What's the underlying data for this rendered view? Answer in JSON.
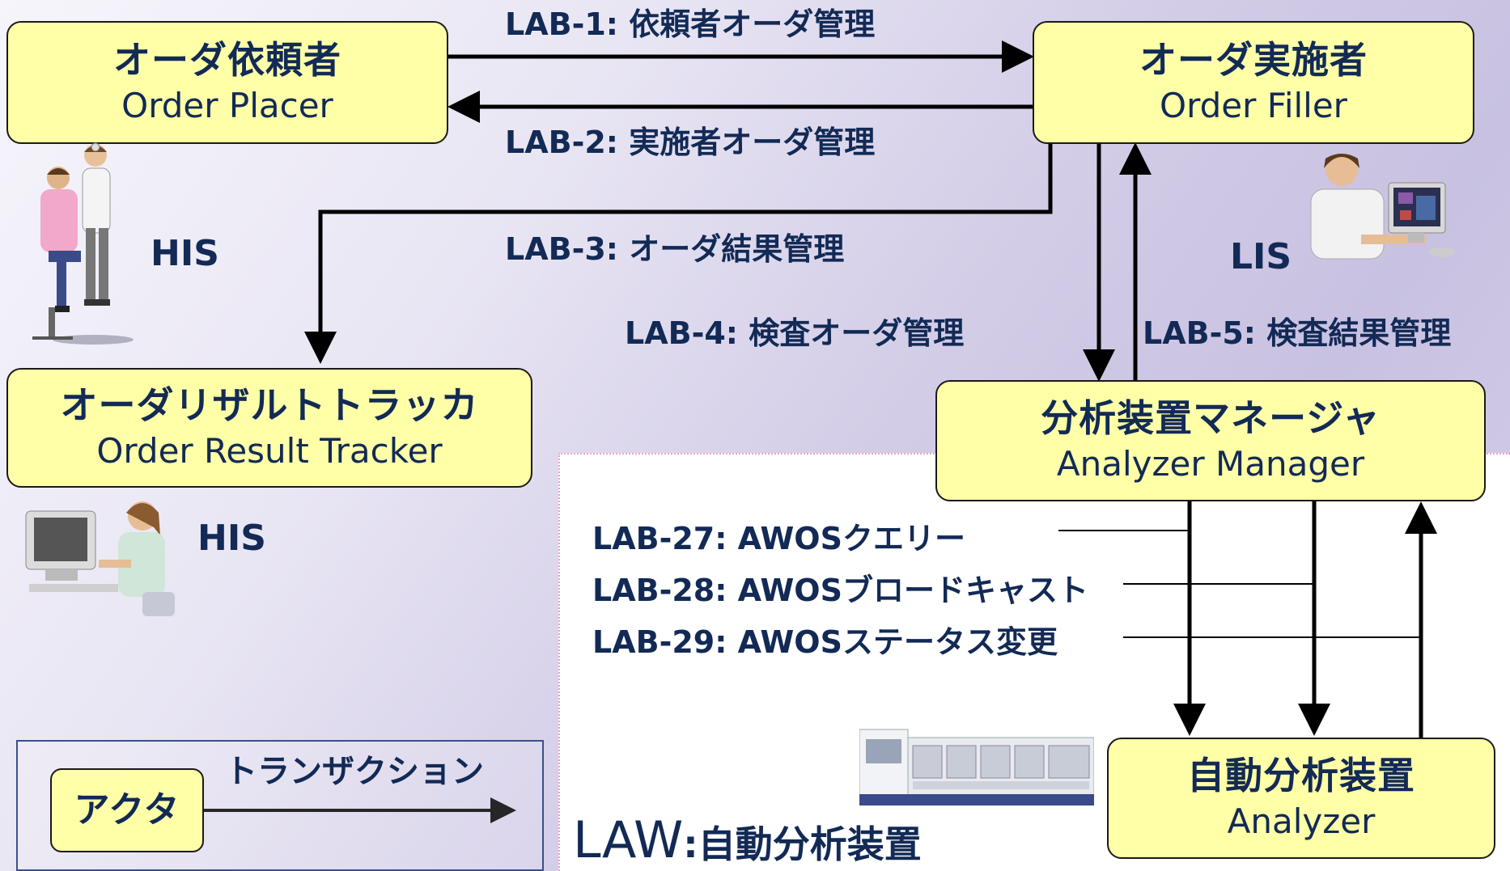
{
  "actors": {
    "order_placer": {
      "jp": "オーダ依頼者",
      "en": "Order Placer"
    },
    "order_filler": {
      "jp": "オーダ実施者",
      "en": "Order Filler"
    },
    "order_result_tracker": {
      "jp": "オーダリザルトトラッカ",
      "en": "Order Result Tracker"
    },
    "analyzer_manager": {
      "jp": "分析装置マネージャ",
      "en": "Analyzer Manager"
    },
    "analyzer": {
      "jp": "自動分析装置",
      "en": "Analyzer"
    }
  },
  "transactions": {
    "lab1": "LAB-1: 依頼者オーダ管理",
    "lab2": "LAB-2: 実施者オーダ管理",
    "lab3": "LAB-3: オーダ結果管理",
    "lab4": "LAB-4: 検査オーダ管理",
    "lab5": "LAB-5: 検査結果管理",
    "lab27": "LAB-27: AWOSクエリー",
    "lab28": "LAB-28: AWOSブロードキャスト",
    "lab29": "LAB-29: AWOSステータス変更"
  },
  "systems": {
    "his1": "HIS",
    "his2": "HIS",
    "lis": "LIS",
    "law_prefix": "LAW",
    "law_suffix": ":自動分析装置"
  },
  "legend": {
    "actor_label": "アクタ",
    "transaction_label": "トランザクション"
  },
  "colors": {
    "actor_fill": "#ffffa8",
    "text": "#122a55"
  }
}
